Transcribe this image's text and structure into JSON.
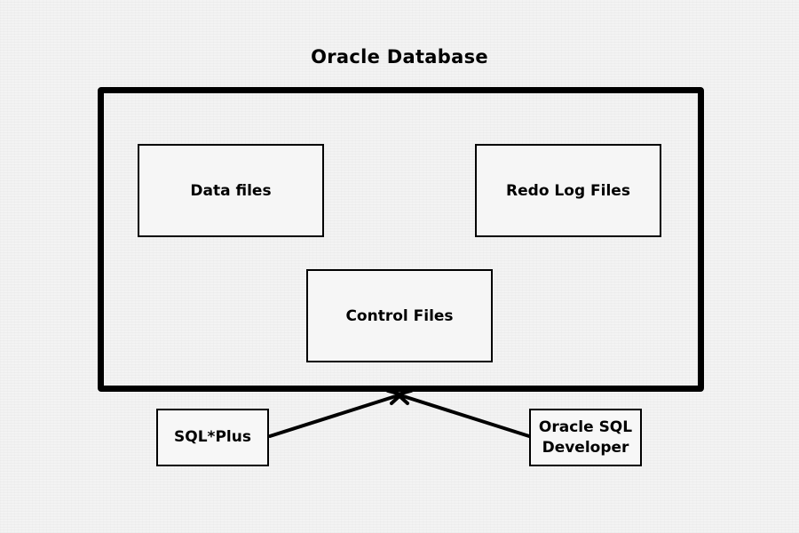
{
  "diagram": {
    "title": "Oracle Database",
    "components": {
      "data_files": "Data files",
      "redo_log_files": "Redo Log Files",
      "control_files": "Control Files"
    },
    "clients": {
      "sqlplus": "SQL*Plus",
      "sql_developer_line1": "Oracle SQL",
      "sql_developer_line2": "Developer"
    },
    "connections": [
      {
        "from": "SQL*Plus",
        "to": "Oracle Database"
      },
      {
        "from": "Oracle SQL Developer",
        "to": "Oracle Database"
      }
    ]
  }
}
